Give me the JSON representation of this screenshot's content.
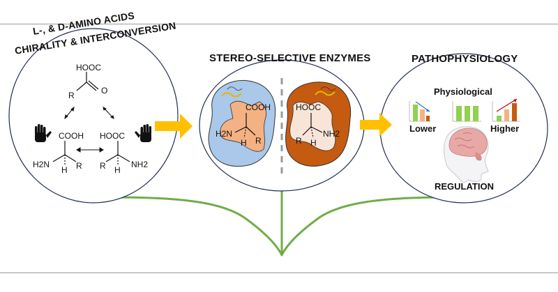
{
  "panels": {
    "amino_acids": {
      "title_line1": "L-, & D-AMINO ACIDS",
      "title_line2": "CHIRALITY & INTERCONVERSION",
      "keto_acid": {
        "acid_group": "HOOC",
        "oxygen": "O",
        "r_group": "R"
      },
      "left_isomer": {
        "acid_group": "COOH",
        "amine": "H2N",
        "hydrogen": "H",
        "r_group": "R"
      },
      "right_isomer": {
        "acid_group": "HOOC",
        "amine": "NH2",
        "hydrogen": "H",
        "r_group": "R"
      }
    },
    "enzymes": {
      "title": "STEREO-SELECTIVE ENZYMES",
      "left_enzyme": {
        "acid_group": "COOH",
        "amine": "H2N",
        "hydrogen": "H",
        "r_group": "R",
        "color": "#a9c8ea"
      },
      "right_enzyme": {
        "acid_group": "HOOC",
        "amine": "NH2",
        "hydrogen": "H",
        "r_group": "R",
        "color": "#c55a11"
      }
    },
    "pathophysiology": {
      "title": "PATHOPHYSIOLOGY",
      "physiological_label": "Physiological",
      "lower_label": "Lower",
      "higher_label": "Higher",
      "regulation_label": "REGULATION"
    }
  },
  "colors": {
    "arrow": "#ffc000",
    "stem": "#70ad47",
    "bar_green": "#92d050",
    "bar_orange": "#c55a11",
    "bar_light_orange": "#f4b183",
    "trend_arrow": "#2e75b6",
    "trend_arrow_up": "#c00000",
    "ellipse_stroke": "#1f2d4d"
  },
  "icons": [
    "left-hand-icon",
    "right-hand-icon",
    "brain-head-icon",
    "enzyme-left-icon",
    "enzyme-right-icon"
  ]
}
